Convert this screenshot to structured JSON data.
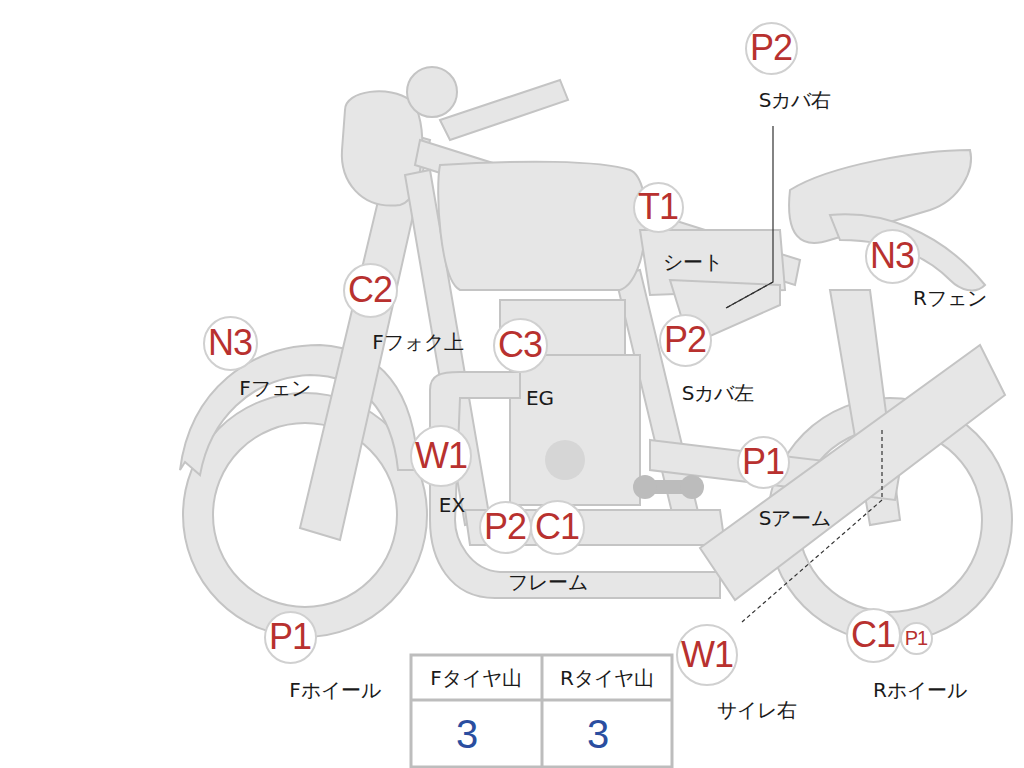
{
  "diagram": {
    "nodes": [
      {
        "text": [
          "P2"
        ]
      },
      {
        "text": [
          "T1"
        ]
      },
      {
        "text": [
          "N3"
        ]
      },
      {
        "text": [
          "C2"
        ]
      },
      {
        "text": [
          "N3"
        ]
      },
      {
        "text": [
          "C3"
        ]
      },
      {
        "text": [
          "P2"
        ]
      },
      {
        "text": [
          "W1"
        ]
      },
      {
        "text": [
          "P1"
        ]
      },
      {
        "text": [
          "P2"
        ]
      },
      {
        "text": [
          "C1"
        ]
      },
      {
        "text": [
          "W1"
        ]
      },
      {
        "text": [
          "P1"
        ]
      },
      {
        "text": [
          "C1"
        ]
      },
      {
        "text": [
          "P1"
        ]
      }
    ],
    "labels": [
      "Sカバ右",
      "シート",
      "Rフェン",
      "Fフォク上",
      "Fフェン",
      "EG",
      "Sカバ左",
      "EX",
      "Sアーム",
      "フレーム",
      "サイレ右",
      "Fホイール",
      "Rホイール",
      "Fタイヤ山",
      "Rタイヤ山",
      "3",
      "3"
    ]
  }
}
